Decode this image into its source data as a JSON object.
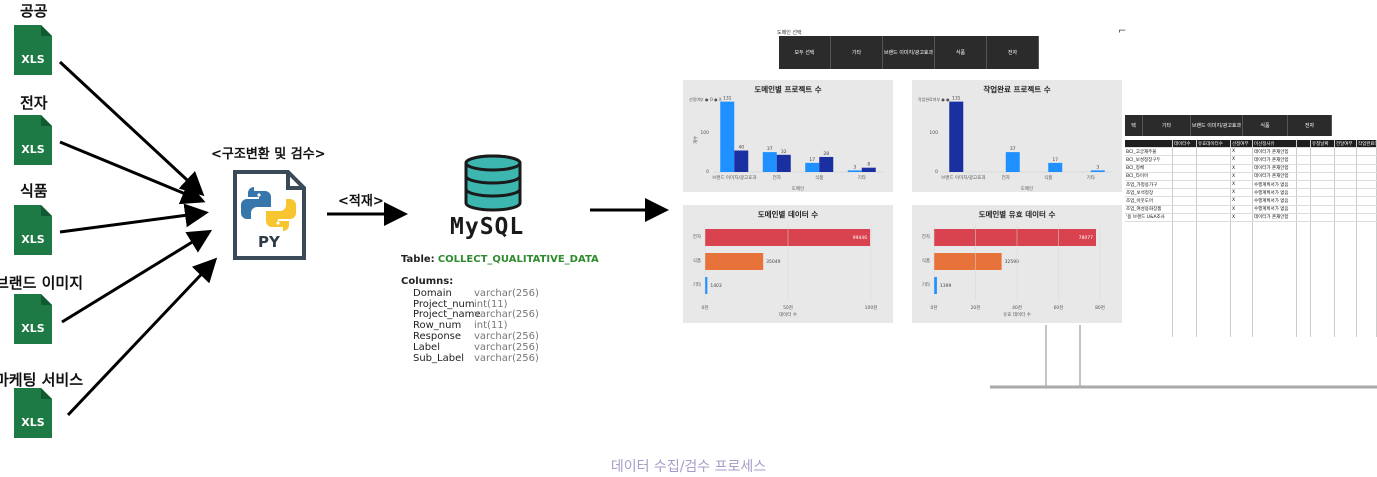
{
  "sources": [
    {
      "label": "공공",
      "icon": "XLS"
    },
    {
      "label": "전자",
      "icon": "XLS"
    },
    {
      "label": "식품",
      "icon": "XLS"
    },
    {
      "label": "브랜드 이미지",
      "icon": "XLS"
    },
    {
      "label": "마케팅 서비스",
      "icon": "XLS"
    }
  ],
  "stages": {
    "transform_label": "<구조변환 및 검수>",
    "py_label": "PY",
    "load_label": "<적재>",
    "mysql_label": "MySQL"
  },
  "table": {
    "title_prefix": "Table:",
    "name": "COLLECT_QUALITATIVE_DATA",
    "columns_label": "Columns:",
    "columns": [
      {
        "name": "Domain",
        "type": "varchar(256)"
      },
      {
        "name": "Project_num",
        "type": "int(11)"
      },
      {
        "name": "Project_name",
        "type": "varchar(256)"
      },
      {
        "name": "Row_num",
        "type": "int(11)"
      },
      {
        "name": "Response",
        "type": "varchar(256)"
      },
      {
        "name": "Label",
        "type": "varchar(256)"
      },
      {
        "name": "Sub_Label",
        "type": "varchar(256)"
      }
    ]
  },
  "dashboard": {
    "slicer_title": "도메인 선택",
    "slicer_options": [
      "모두 선택",
      "기타",
      "브랜드 이미지/광고효과",
      "식품",
      "전자"
    ],
    "chart1": {
      "title": "도메인별 프로젝트 수",
      "legend": "선정여부 ● O ● X",
      "xlabel": "도메인",
      "ylabel": "개수",
      "categories": [
        "브랜드 이미지/광고효과",
        "전자",
        "식품",
        "기타"
      ],
      "series": [
        {
          "values": [
            131,
            37,
            17,
            3
          ],
          "color": "#1e90ff"
        },
        {
          "values": [
            40,
            32,
            28,
            8
          ],
          "color": "#1a2fa0"
        }
      ],
      "yticks": [
        "100",
        "0"
      ]
    },
    "chart2": {
      "title": "작업완료 프로젝트 수",
      "legend": "작업완료여부 ● ● ",
      "xlabel": "도메인",
      "categories": [
        "브랜드 이미지/광고효과",
        "전자",
        "식품",
        "기타"
      ],
      "series": [
        {
          "values": [
            131,
            0,
            0,
            0
          ],
          "color": "#1a2fa0"
        },
        {
          "values": [
            0,
            37,
            17,
            3
          ],
          "color": "#1e90ff"
        }
      ],
      "yticks": [
        "100",
        "0"
      ]
    },
    "chart3": {
      "title": "도메인별 데이터 수",
      "xlabel": "데이터 수",
      "categories": [
        "전자",
        "식품",
        "기타"
      ],
      "values": [
        99446,
        35049,
        1403
      ],
      "labels": [
        "99446",
        "35049",
        "1403"
      ],
      "colors": [
        "#d9434f",
        "#e8733a",
        "#1e90ff"
      ],
      "xticks": [
        "0천",
        "50천",
        "100천"
      ],
      "xmax": 100000
    },
    "chart4": {
      "title": "도메인별 유효 데이터 수",
      "xlabel": "유효 데이터 수",
      "categories": [
        "전자",
        "식품",
        "기타"
      ],
      "values": [
        78077,
        32590,
        1399
      ],
      "labels": [
        "78077",
        "32590",
        "1399"
      ],
      "colors": [
        "#d9434f",
        "#e8733a",
        "#1e90ff"
      ],
      "xticks": [
        "0천",
        "20천",
        "40천",
        "60천",
        "80천"
      ],
      "xmax": 80000
    },
    "right_slicer": [
      "택",
      "기타",
      "브랜드 이미지/광고효과",
      "식품",
      "전자"
    ],
    "right_table": {
      "headers": [
        "",
        "데이터수",
        "유효데이터수",
        "선정여부",
        "미선정사유",
        "",
        "유청날짜",
        "전달여부",
        "작업완료여부"
      ],
      "rows": [
        [
          "BCI_고궁재주물",
          "",
          "",
          "X",
          "데이터가 존재안함"
        ],
        [
          "BCI_보성정장구두",
          "",
          "",
          "X",
          "데이터가 존재안함"
        ],
        [
          "BCI_정체",
          "",
          "",
          "X",
          "데이터가 존재안함"
        ],
        [
          "BCI_타이어",
          "",
          "",
          "X",
          "데이터가 존재안함"
        ],
        [
          "조업_가정용가구",
          "",
          "",
          "X",
          "수행계획서가 없음"
        ],
        [
          "조업_보석정장",
          "",
          "",
          "X",
          "수행계획서가 없음"
        ],
        [
          "조업_아웃도어",
          "",
          "",
          "X",
          "수행계획서가 없음"
        ],
        [
          "조업_여성용화장품",
          "",
          "",
          "X",
          "수행계획서가 없음"
        ],
        [
          "'용 브랜드 U&A조사",
          "",
          "",
          "X",
          "데이터가 존재안함"
        ]
      ]
    }
  },
  "caption": "데이터 수집/검수 프로세스"
}
